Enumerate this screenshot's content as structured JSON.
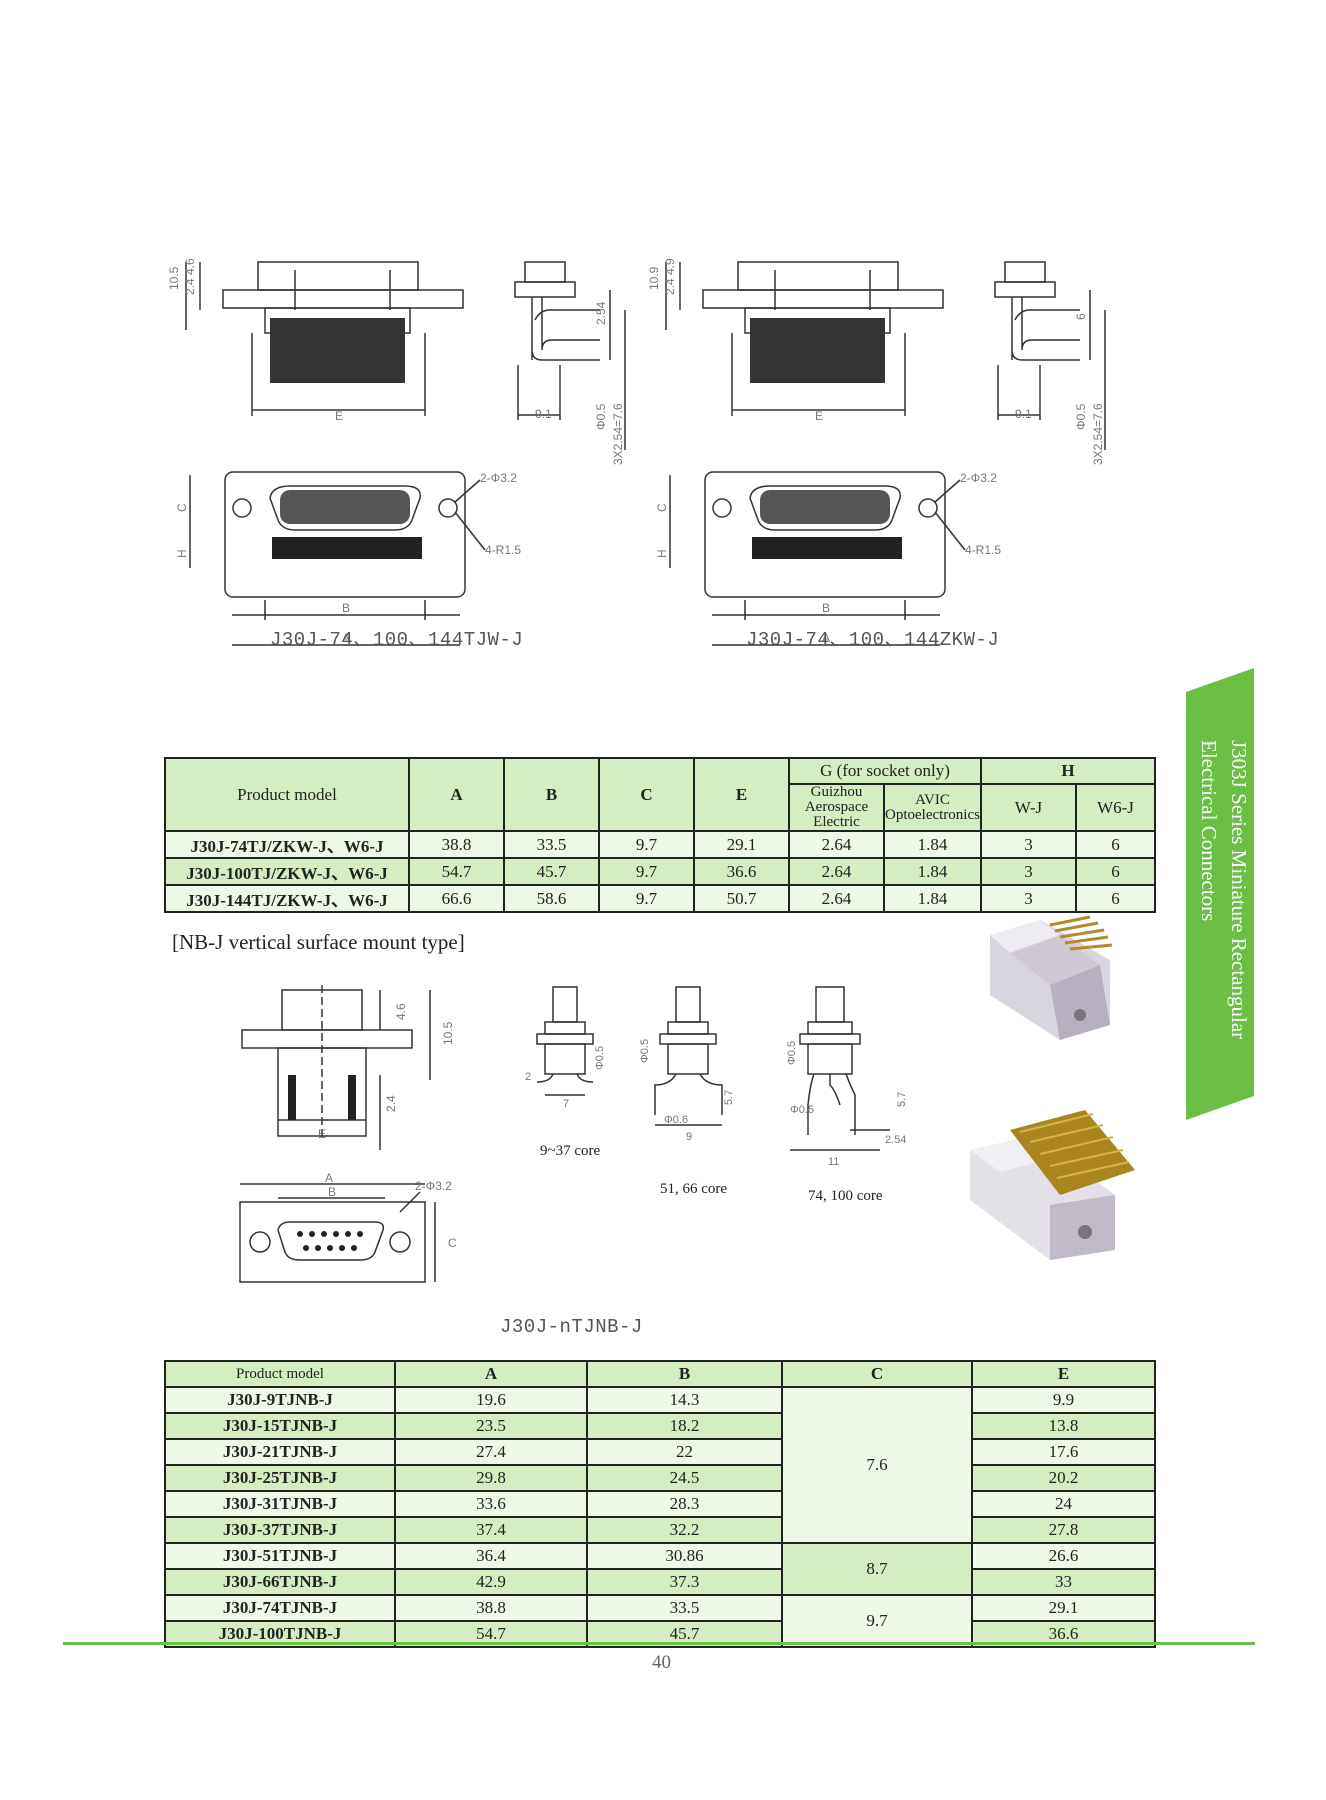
{
  "drawings_top": {
    "left": {
      "caption": "J30J-74、100、144TJW-J",
      "dims": {
        "h1": "10.5",
        "h2": "2.4 4.6",
        "e": "E",
        "w": "9.1",
        "d": "Φ0.5",
        "p": "3X2.54=7.6",
        "p2": "2.54",
        "hole": "2-Φ3.2",
        "r": "4-R1.5",
        "a": "A",
        "b": "B",
        "c": "C",
        "hh": "H"
      }
    },
    "right": {
      "caption": "J30J-74、100、144ZKW-J",
      "dims": {
        "h1": "10.9",
        "h2": "2.4 4.9",
        "e": "E",
        "w": "9.1",
        "d": "Φ0.5",
        "p": "3X2.54=7.6",
        "p2": "6",
        "hole": "2-Φ3.2",
        "r": "4-R1.5",
        "a": "A",
        "b": "B",
        "c": "C",
        "hh": "H"
      }
    }
  },
  "table1": {
    "headers": {
      "model": "Product model",
      "a": "A",
      "b": "B",
      "c": "C",
      "e": "E",
      "g": "G (for socket only)",
      "g1": "Guizhou Aerospace Electric",
      "g2": "AVIC Optoelectronics",
      "h": "H",
      "h1": "W-J",
      "h2": "W6-J"
    },
    "rows": [
      {
        "model": "J30J-74TJ/ZKW-J、W6-J",
        "a": "38.8",
        "b": "33.5",
        "c": "9.7",
        "e": "29.1",
        "g1": "2.64",
        "g2": "1.84",
        "h1": "3",
        "h2": "6"
      },
      {
        "model": "J30J-100TJ/ZKW-J、W6-J",
        "a": "54.7",
        "b": "45.7",
        "c": "9.7",
        "e": "36.6",
        "g1": "2.64",
        "g2": "1.84",
        "h1": "3",
        "h2": "6"
      },
      {
        "model": "J30J-144TJ/ZKW-J、W6-J",
        "a": "66.6",
        "b": "58.6",
        "c": "9.7",
        "e": "50.7",
        "g1": "2.64",
        "g2": "1.84",
        "h1": "3",
        "h2": "6"
      }
    ]
  },
  "section_title": "[NB-J vertical surface mount type]",
  "drawings_mid": {
    "caption": "J30J-nTJNB-J",
    "notes": [
      "9~37 core",
      "51, 66 core",
      "74, 100 core"
    ],
    "dims": {
      "d46": "4.6",
      "d105": "10.5",
      "d24": "2.4",
      "e": "E",
      "a": "A",
      "b": "B",
      "c": "C",
      "hole": "2-Φ3.2",
      "d2": "2",
      "d7": "7",
      "d05": "Φ0.5",
      "d57": "5.7",
      "d06": "Φ0.6",
      "d9": "9",
      "d11": "11",
      "d254": "2.54",
      "d05b": "Φ0.5"
    }
  },
  "table2": {
    "headers": {
      "model": "Product model",
      "a": "A",
      "b": "B",
      "c": "C",
      "e": "E"
    },
    "rows": [
      {
        "model": "J30J-9TJNB-J",
        "a": "19.6",
        "b": "14.3",
        "e": "9.9"
      },
      {
        "model": "J30J-15TJNB-J",
        "a": "23.5",
        "b": "18.2",
        "e": "13.8"
      },
      {
        "model": "J30J-21TJNB-J",
        "a": "27.4",
        "b": "22",
        "e": "17.6"
      },
      {
        "model": "J30J-25TJNB-J",
        "a": "29.8",
        "b": "24.5",
        "e": "20.2"
      },
      {
        "model": "J30J-31TJNB-J",
        "a": "33.6",
        "b": "28.3",
        "e": "24"
      },
      {
        "model": "J30J-37TJNB-J",
        "a": "37.4",
        "b": "32.2",
        "e": "27.8"
      },
      {
        "model": "J30J-51TJNB-J",
        "a": "36.4",
        "b": "30.86",
        "e": "26.6"
      },
      {
        "model": "J30J-66TJNB-J",
        "a": "42.9",
        "b": "37.3",
        "e": "33"
      },
      {
        "model": "J30J-74TJNB-J",
        "a": "38.8",
        "b": "33.5",
        "e": "29.1"
      },
      {
        "model": "J30J-100TJNB-J",
        "a": "54.7",
        "b": "45.7",
        "e": "36.6"
      }
    ],
    "c_groups": [
      "7.6",
      "8.7",
      "9.7"
    ]
  },
  "side_tab": {
    "line1": "J303J Series Miniature Rectangular",
    "line2": "Electrical Connectors",
    "color": "#6abf45"
  },
  "page_number": "40",
  "footer_line_color": "#6abf45"
}
